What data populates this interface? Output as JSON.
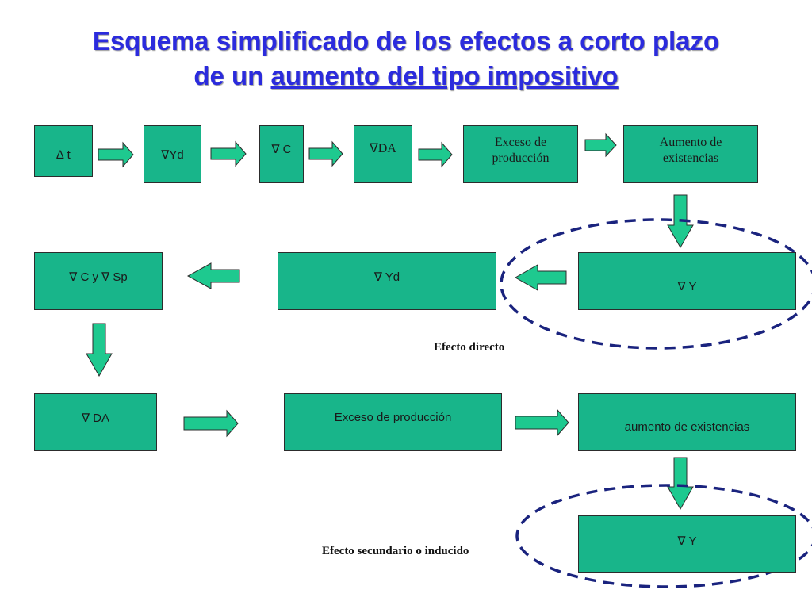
{
  "title": {
    "line1": "Esquema simplificado de los efectos a corto plazo",
    "line2_prefix": "de un ",
    "line2_underlined": "aumento del tipo impositivo"
  },
  "row1": {
    "delta_t": "∆ t",
    "yd": "∇Yd",
    "c": "∇ C",
    "da": "∇DA",
    "exceso": "Exceso de\nproducción",
    "aumento": "Aumento de\nexistencias"
  },
  "row2": {
    "c_y_sp": "∇ C y ∇ Sp",
    "yd": "∇ Yd",
    "y": "∇ Y"
  },
  "row3": {
    "da": "∇  DA",
    "exceso": "Exceso de producción",
    "aumento": "aumento de existencias"
  },
  "row4": {
    "y": "∇ Y"
  },
  "labels": {
    "efecto_directo": "Efecto directo",
    "efecto_secundario": "Efecto secundario o inducido"
  },
  "colors": {
    "box_fill": "#18b58a",
    "arrow_fill": "#1ec98f",
    "ellipse_stroke": "#1a237e",
    "title": "#2b2bdd"
  }
}
